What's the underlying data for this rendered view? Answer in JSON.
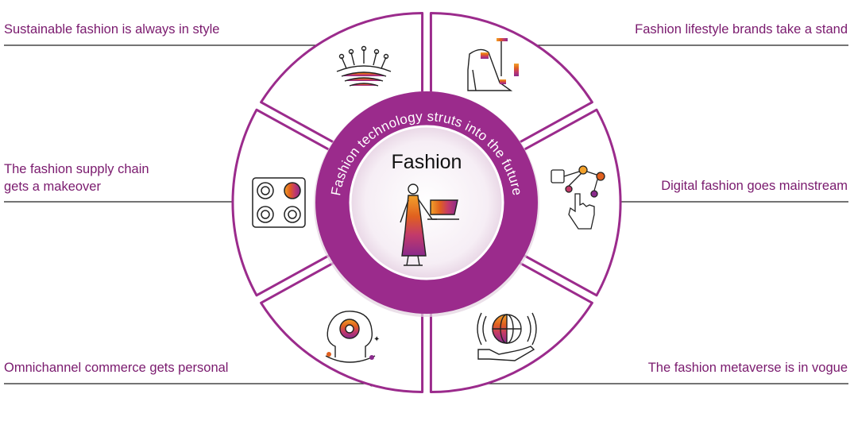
{
  "center": {
    "title": "Fashion",
    "ring_text": "Fashion technology struts into the future"
  },
  "topics": [
    {
      "label": "Sustainable fashion is always in style",
      "icon": "sprout-icon"
    },
    {
      "label": "Fashion lifestyle brands take a stand",
      "icon": "high-heel-icon"
    },
    {
      "label": "The fashion supply chain\ngets a makeover",
      "icon": "conveyor-icon"
    },
    {
      "label": "Digital fashion goes mainstream",
      "icon": "touch-network-icon"
    },
    {
      "label": "Omnichannel commerce gets personal",
      "icon": "gear-head-icon"
    },
    {
      "label": "The fashion metaverse is in vogue",
      "icon": "globe-hand-icon"
    }
  ],
  "colors": {
    "brand": "#9b2b8c",
    "label_text": "#7a1a6e",
    "gradient": [
      "#f2a12b",
      "#e0601f",
      "#c33a6a",
      "#8a2a8c"
    ]
  }
}
